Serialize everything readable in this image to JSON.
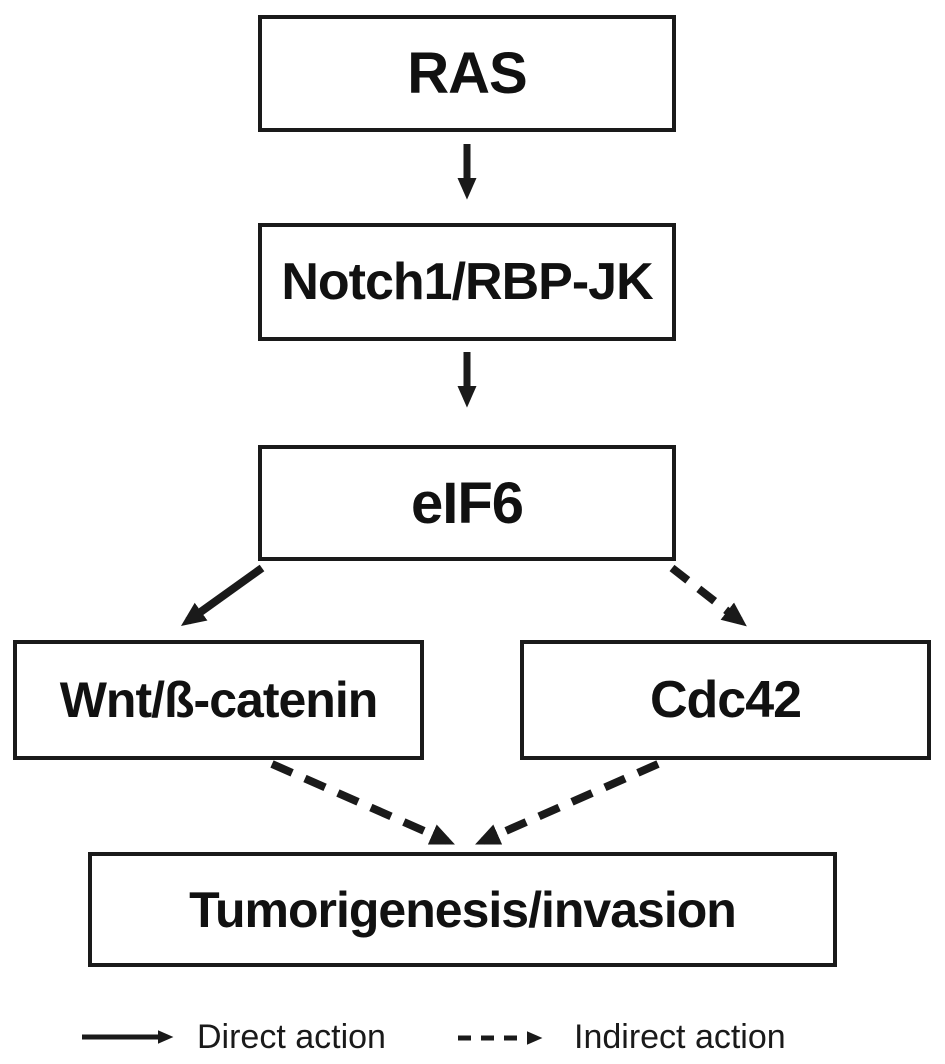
{
  "figure": {
    "type": "pathway-diagram",
    "background_color": "#ffffff",
    "ink_color": "#1a1a1a",
    "nodes": [
      {
        "id": "ras",
        "label": "RAS"
      },
      {
        "id": "notch1-rbp-jk",
        "label": "Notch1/RBP-JK"
      },
      {
        "id": "eif6",
        "label": "eIF6"
      },
      {
        "id": "wnt-b-catenin",
        "label": "Wnt/ß-catenin"
      },
      {
        "id": "cdc42",
        "label": "Cdc42"
      },
      {
        "id": "tumorigenesis-invasion",
        "label": "Tumorigenesis/invasion"
      }
    ],
    "edges": [
      {
        "from": "ras",
        "to": "notch1-rbp-jk",
        "type": "direct"
      },
      {
        "from": "notch1-rbp-jk",
        "to": "eif6",
        "type": "direct"
      },
      {
        "from": "eif6",
        "to": "wnt-b-catenin",
        "type": "direct"
      },
      {
        "from": "eif6",
        "to": "cdc42",
        "type": "indirect"
      },
      {
        "from": "wnt-b-catenin",
        "to": "tumorigenesis-invasion",
        "type": "indirect"
      },
      {
        "from": "cdc42",
        "to": "tumorigenesis-invasion",
        "type": "indirect"
      }
    ],
    "legend": {
      "direct_label": "Direct action",
      "indirect_label": "Indirect action"
    }
  }
}
